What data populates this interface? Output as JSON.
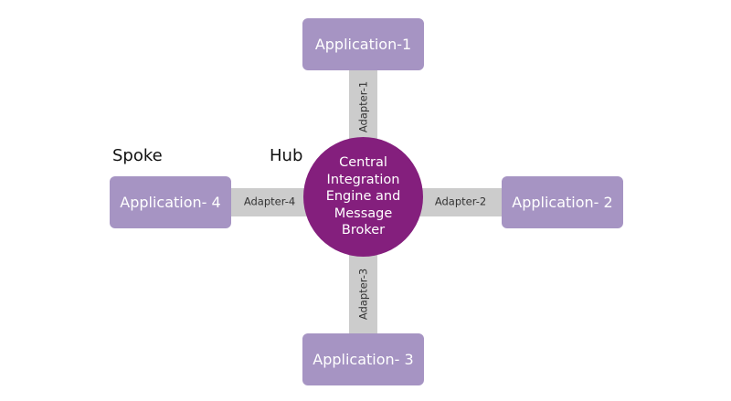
{
  "diagram": {
    "hub_tag": "Hub",
    "spoke_tag": "Spoke",
    "hub": {
      "label": "Central Integration Engine and Message Broker"
    },
    "applications": {
      "app1": "Application-1",
      "app2": "Application- 2",
      "app3": "Application- 3",
      "app4": "Application- 4"
    },
    "adapters": {
      "adapter1": "Adapter-1",
      "adapter2": "Adapter-2",
      "adapter3": "Adapter-3",
      "adapter4": "Adapter-4"
    },
    "colors": {
      "hub_fill": "#841f7d",
      "app_fill": "#a694c3",
      "connector_fill": "#cccccc"
    }
  }
}
